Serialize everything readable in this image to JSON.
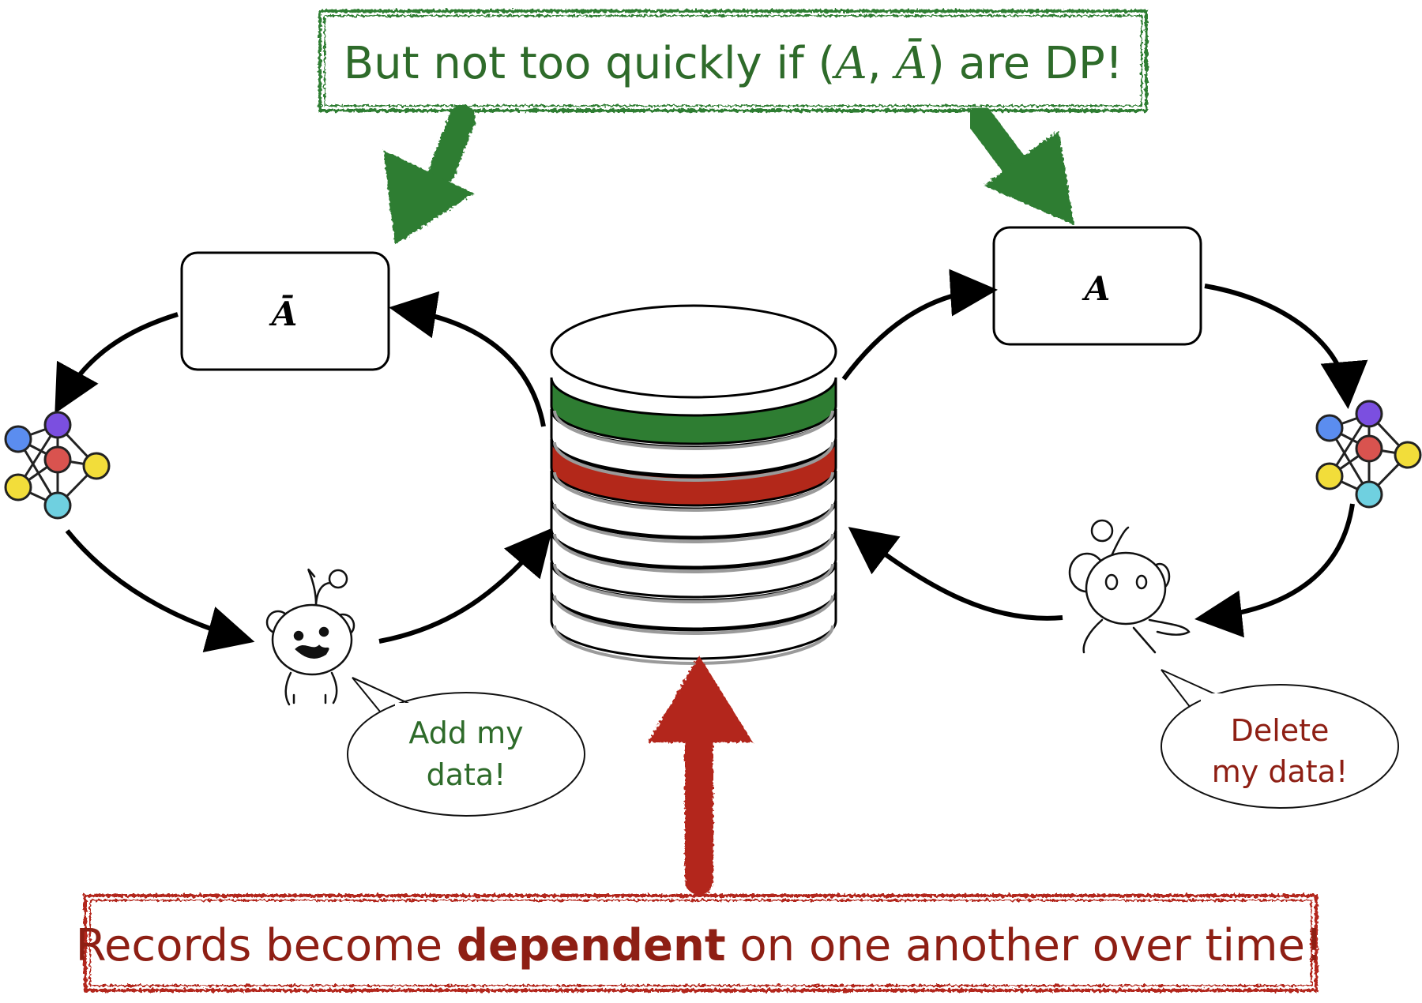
{
  "top_banner": {
    "prefix": "But not too quickly if (",
    "var_a": "A",
    "comma": ", ",
    "var_abar": "Ā",
    "suffix": ") are DP!"
  },
  "bottom_banner": {
    "before": "Records become ",
    "bold": "dependent",
    "after": " on one another over time!"
  },
  "left_box": {
    "label": "Ā"
  },
  "right_box": {
    "label": "A"
  },
  "left_bubble": {
    "line1": "Add my",
    "line2": "data!"
  },
  "right_bubble": {
    "line1": "Delete",
    "line2": "my data!"
  },
  "colors": {
    "green": "#2e7d32",
    "green_text": "#2e6b2a",
    "red": "#b3281a",
    "red_text": "#8e1f14",
    "node_blue": "#5b8def",
    "node_purple": "#7b4fe0",
    "node_red": "#d9534f",
    "node_yellow": "#f2dd3a",
    "node_cyan": "#6fd0e0"
  }
}
